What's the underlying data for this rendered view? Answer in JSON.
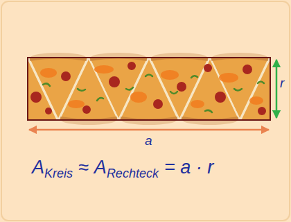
{
  "diagram": {
    "labels": [
      "r",
      "a",
      "A",
      "Kreis",
      "≈",
      "A",
      "Rechteck",
      "= a · r"
    ]
  }
}
